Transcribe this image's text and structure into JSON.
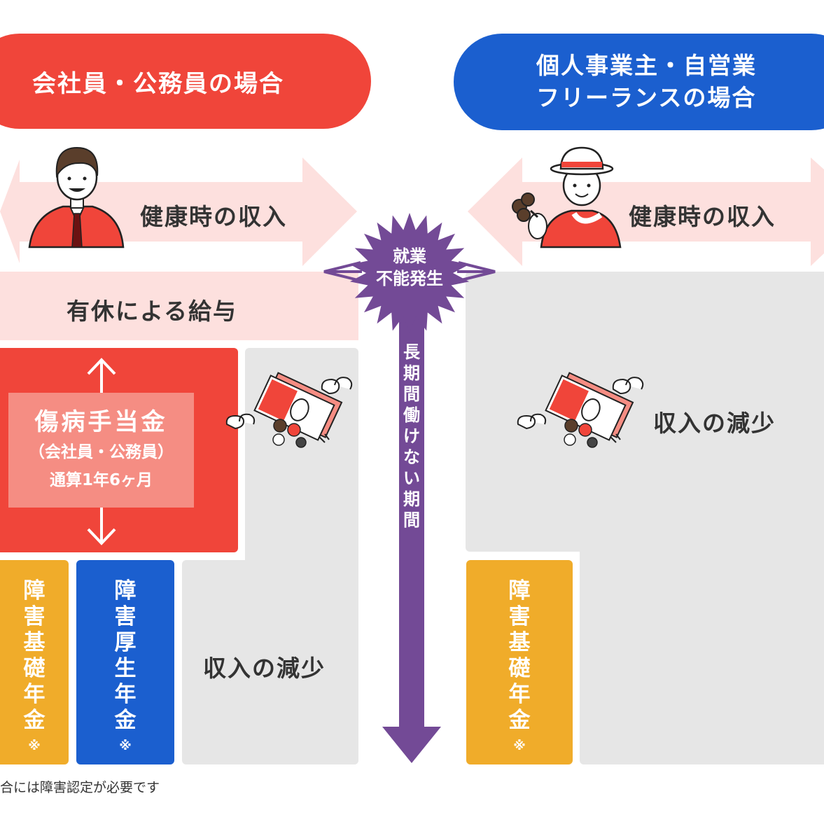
{
  "left_header": "会社員・公務員の場合",
  "right_header": {
    "line1": "個人事業主・自営業",
    "line2": "フリーランスの場合"
  },
  "healthy_income_left": "健康時の収入",
  "healthy_income_right": "健康時の収入",
  "paid_leave_salary": "有休による給与",
  "incident_burst": {
    "line1": "就業",
    "line2": "不能発生"
  },
  "long_period_chars": [
    "長",
    "期",
    "間",
    "働",
    "け",
    "な",
    "い",
    "期",
    "間"
  ],
  "sickness_benefit": {
    "title": "傷病手当金",
    "subtitle": "（会社員・公務員）",
    "duration": "通算1年6ヶ月"
  },
  "pension_basic_left_chars": [
    "障",
    "害",
    "基",
    "礎",
    "年",
    "金"
  ],
  "pension_employee_chars": [
    "障",
    "害",
    "厚",
    "生",
    "年",
    "金"
  ],
  "pension_basic_right_chars": [
    "障",
    "害",
    "基",
    "礎",
    "年",
    "金"
  ],
  "pension_note_mark": "※",
  "income_decrease_left": "収入の減少",
  "income_decrease_right_top": "収入の減少",
  "footnote": "合には障害認定が必要です",
  "colors": {
    "red": "#f0453a",
    "blue": "#1b5fcf",
    "purple": "#734a96",
    "yellow": "#f0ac2a",
    "pink": "#fde0de",
    "gray": "#e6e6e6"
  }
}
